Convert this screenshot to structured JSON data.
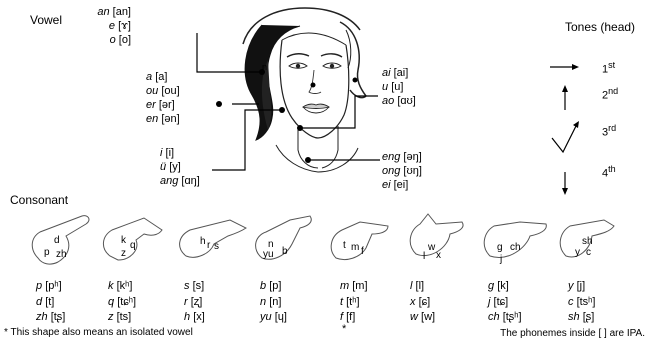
{
  "headings": {
    "vowel": "Vowel",
    "tones": "Tones (head)",
    "consonant": "Consonant"
  },
  "vowel_groups": [
    {
      "id": "top",
      "items": [
        {
          "py": "an",
          "ipa": "[an]"
        },
        {
          "py": "e",
          "ipa": "[ɤ]"
        },
        {
          "py": "o",
          "ipa": "[o]"
        }
      ]
    },
    {
      "id": "mid-left",
      "items": [
        {
          "py": "a",
          "ipa": "[a]"
        },
        {
          "py": "ou",
          "ipa": "[ou]"
        },
        {
          "py": "er",
          "ipa": "[ər]"
        },
        {
          "py": "en",
          "ipa": "[ən]"
        }
      ]
    },
    {
      "id": "low-left",
      "items": [
        {
          "py": "i",
          "ipa": "[i]"
        },
        {
          "py": "ü",
          "ipa": "[y]"
        },
        {
          "py": "ang",
          "ipa": "[ɑŋ]"
        }
      ]
    },
    {
      "id": "right-top",
      "items": [
        {
          "py": "ai",
          "ipa": "[ai]"
        },
        {
          "py": "u",
          "ipa": "[u]"
        },
        {
          "py": "ao",
          "ipa": "[ɑʊ]"
        }
      ]
    },
    {
      "id": "right-bottom",
      "items": [
        {
          "py": "eng",
          "ipa": "[əŋ]"
        },
        {
          "py": "ong",
          "ipa": "[ʊŋ]"
        },
        {
          "py": "ei",
          "ipa": "[ei]"
        }
      ]
    }
  ],
  "tones": [
    {
      "label": "1",
      "sup": "st"
    },
    {
      "label": "2",
      "sup": "nd"
    },
    {
      "label": "3",
      "sup": "rd"
    },
    {
      "label": "4",
      "sup": "th"
    }
  ],
  "hands": [
    {
      "letters": [
        "d",
        "p",
        "zh"
      ]
    },
    {
      "letters": [
        "k",
        "q",
        "z"
      ]
    },
    {
      "letters": [
        "h",
        "r",
        "s"
      ]
    },
    {
      "letters": [
        "n",
        "yu",
        "b"
      ]
    },
    {
      "letters": [
        "t",
        "m",
        "f"
      ]
    },
    {
      "letters": [
        "w",
        "l",
        "x"
      ]
    },
    {
      "letters": [
        "g",
        "ch",
        "j"
      ]
    },
    {
      "letters": [
        "sh",
        "y",
        "c"
      ]
    }
  ],
  "consonant_columns": [
    [
      {
        "py": "p",
        "ipa": "[pʰ]"
      },
      {
        "py": "d",
        "ipa": "[t]"
      },
      {
        "py": "zh",
        "ipa": "[tʂ]"
      }
    ],
    [
      {
        "py": "k",
        "ipa": "[kʰ]"
      },
      {
        "py": "q",
        "ipa": "[tɕʰ]"
      },
      {
        "py": "z",
        "ipa": "[ts]"
      }
    ],
    [
      {
        "py": "s",
        "ipa": "[s]"
      },
      {
        "py": "r",
        "ipa": "[ʐ]"
      },
      {
        "py": "h",
        "ipa": "[x]"
      }
    ],
    [
      {
        "py": "b",
        "ipa": "[p]"
      },
      {
        "py": "n",
        "ipa": "[n]"
      },
      {
        "py": "yu",
        "ipa": "[ɥ]"
      }
    ],
    [
      {
        "py": "m",
        "ipa": "[m]"
      },
      {
        "py": "t",
        "ipa": "[tʰ]"
      },
      {
        "py": "f",
        "ipa": "[f]"
      }
    ],
    [
      {
        "py": "l",
        "ipa": "[l]"
      },
      {
        "py": "x",
        "ipa": "[ɕ]"
      },
      {
        "py": "w",
        "ipa": "[w]"
      }
    ],
    [
      {
        "py": "g",
        "ipa": "[k]"
      },
      {
        "py": "j",
        "ipa": "[tɕ]"
      },
      {
        "py": "ch",
        "ipa": "[tʂʰ]"
      }
    ],
    [
      {
        "py": "y",
        "ipa": "[j]"
      },
      {
        "py": "c",
        "ipa": "[tsʰ]"
      },
      {
        "py": "sh",
        "ipa": "[ʂ]"
      }
    ]
  ],
  "asterisk_mark": "*",
  "footnotes": {
    "left": "*  This shape also means an isolated vowel",
    "right": "The phonemes inside [ ] are IPA."
  }
}
